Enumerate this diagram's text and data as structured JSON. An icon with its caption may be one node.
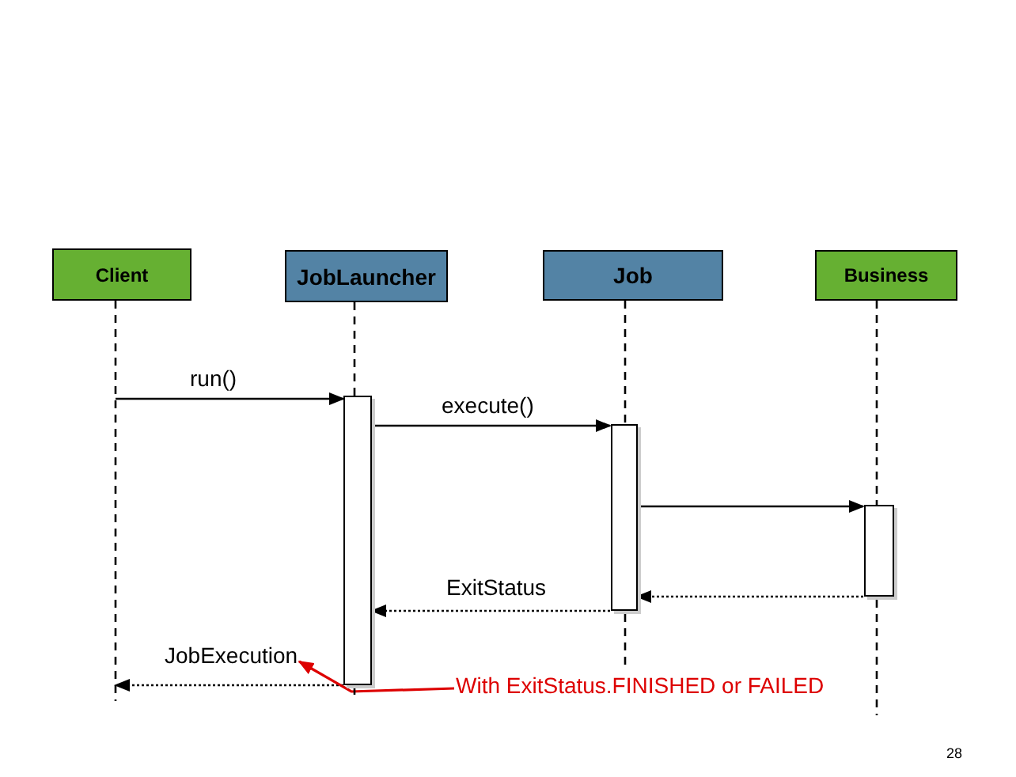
{
  "diagram": {
    "nodes": [
      {
        "text": [
          "Client"
        ]
      },
      {
        "text": [
          "JobLauncher"
        ]
      },
      {
        "text": [
          "Job"
        ]
      },
      {
        "text": [
          "Business"
        ]
      },
      {
        "text": [],
        "shape": "bar",
        "in": 1
      },
      {
        "text": [],
        "shape": "bar",
        "in": 2
      },
      {
        "text": [],
        "shape": "bar",
        "in": 3
      },
      {
        "text": [
          "With ExitStatus.FINISHED or FAILED"
        ]
      },
      {
        "text": [
          "JobExecution"
        ]
      }
    ],
    "edges": [
      {
        "from": 0,
        "to": 4,
        "arrow": "to",
        "label": "run()"
      },
      {
        "from": 4,
        "to": 5,
        "arrow": "to",
        "label": "execute()"
      },
      {
        "from": 5,
        "to": 6,
        "arrow": "to"
      },
      {
        "from": 6,
        "to": 5,
        "arrow": "to",
        "style": "dashed"
      },
      {
        "from": 5,
        "to": 4,
        "arrow": "to",
        "style": "dashed",
        "label": "ExitStatus"
      },
      {
        "from": 4,
        "to": 0,
        "arrow": "to",
        "style": "dashed"
      },
      {
        "from": 7,
        "to": 8,
        "arrow": "to",
        "color": "#dd0000"
      }
    ],
    "labels": [
      "28"
    ]
  }
}
